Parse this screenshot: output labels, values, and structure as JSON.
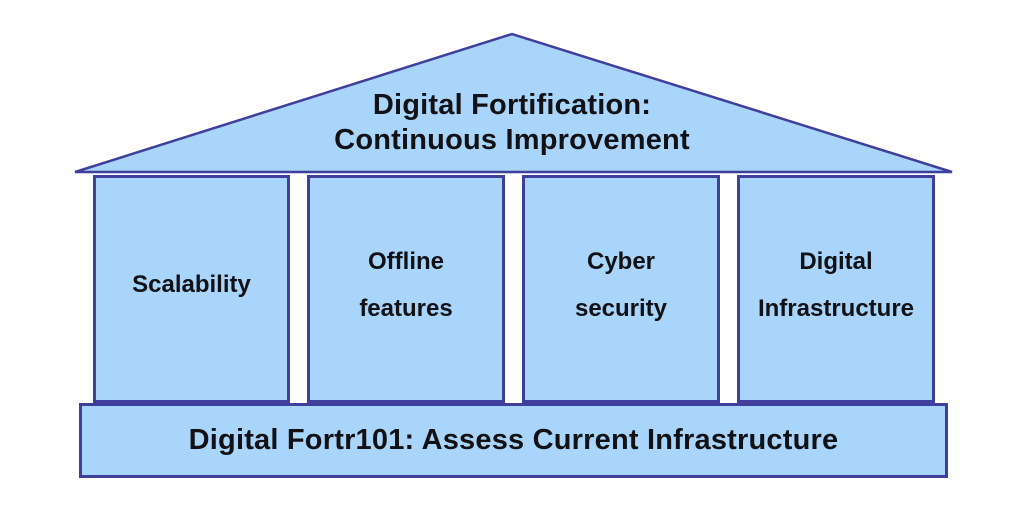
{
  "diagram": {
    "roof": {
      "title_line1": "Digital Fortification:",
      "title_line2": "Continuous Improvement"
    },
    "pillars": [
      {
        "label_lines": [
          "Scalability"
        ]
      },
      {
        "label_lines": [
          "Offline",
          "features"
        ]
      },
      {
        "label_lines": [
          "Cyber",
          "security"
        ]
      },
      {
        "label_lines": [
          "Digital",
          "Infrastructure"
        ]
      }
    ],
    "base": {
      "label": "Digital Fortr101: Assess Current Infrastructure"
    },
    "colors": {
      "fill": "#A9D5FA",
      "stroke": "#403F9B",
      "text": "#121216"
    }
  }
}
